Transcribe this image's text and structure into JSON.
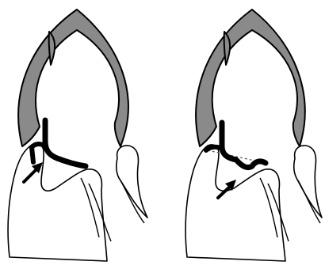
{
  "figure": {
    "panels": [
      {
        "id": "left",
        "depiction": "hand-holding-implant-with-hook-and-arrow"
      },
      {
        "id": "right",
        "depiction": "hand-holding-implant-with-wavy-wire-and-arrow"
      }
    ],
    "colors": {
      "background": "#ffffff",
      "shell_fill": "#8a8a8a",
      "outline": "#000000",
      "hand_fill": "#ffffff",
      "wire": "#000000",
      "arrow": "#000000",
      "dashed_line": "#555555"
    },
    "icons": [
      "arrow-icon"
    ]
  }
}
